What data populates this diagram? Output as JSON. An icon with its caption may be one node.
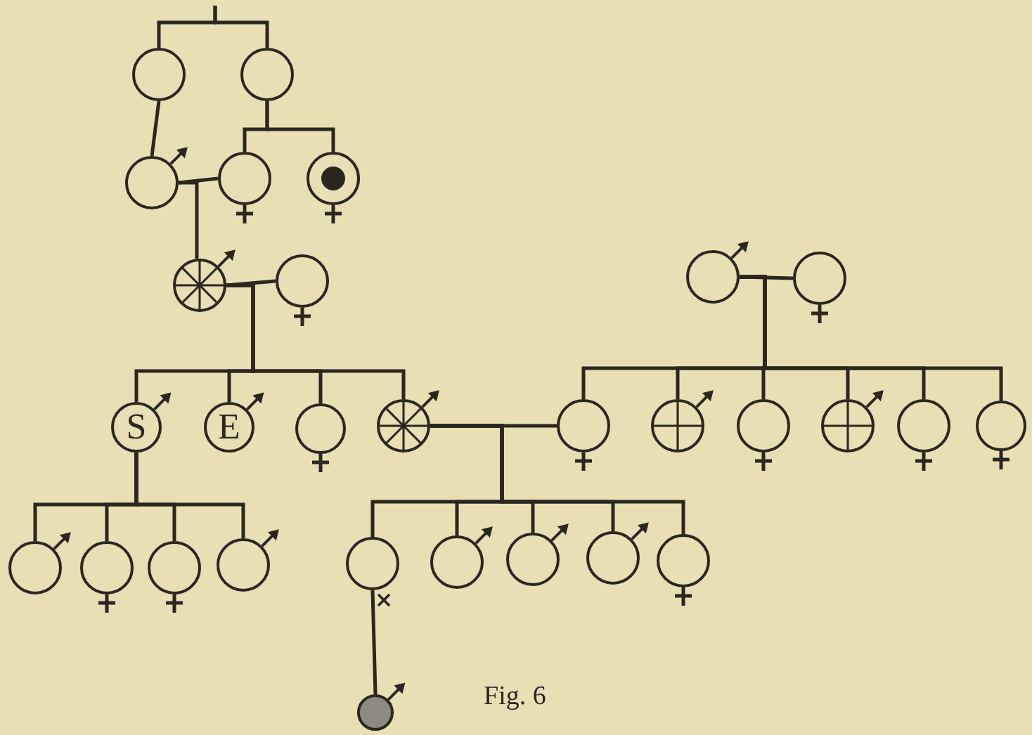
{
  "diagram": {
    "caption": "Fig. 6",
    "nodes": [
      {
        "text": [],
        "shape": "circle"
      },
      {
        "text": [],
        "shape": "circle"
      },
      {
        "text": [],
        "shape": "circle"
      },
      {
        "text": [],
        "shape": "circle"
      },
      {
        "text": [],
        "shape": "circle"
      },
      {
        "text": [],
        "shape": "circle"
      },
      {
        "text": [],
        "shape": "circle"
      },
      {
        "text": [],
        "shape": "circle"
      },
      {
        "text": [],
        "shape": "circle"
      },
      {
        "text": [
          "S"
        ]
      },
      {
        "text": [
          "E"
        ]
      },
      {
        "text": [],
        "shape": "circle"
      },
      {
        "text": [],
        "shape": "circle"
      },
      {
        "text": [],
        "shape": "circle"
      },
      {
        "text": [],
        "shape": "circle"
      },
      {
        "text": [],
        "shape": "circle"
      },
      {
        "text": [],
        "shape": "circle"
      },
      {
        "text": [],
        "shape": "circle"
      },
      {
        "text": [],
        "shape": "circle"
      },
      {
        "text": [],
        "shape": "circle"
      },
      {
        "text": [],
        "shape": "circle"
      },
      {
        "text": [],
        "shape": "circle"
      },
      {
        "text": [],
        "shape": "circle"
      },
      {
        "text": [],
        "shape": "circle"
      },
      {
        "text": [],
        "shape": "circle"
      },
      {
        "text": [],
        "shape": "circle"
      },
      {
        "text": [],
        "shape": "circle"
      },
      {
        "text": [],
        "shape": "circle"
      },
      {
        "text": [],
        "shape": "circle"
      }
    ],
    "edges": [
      {
        "from": null,
        "to": 0,
        "arrow": "none"
      },
      {
        "from": null,
        "to": 1,
        "arrow": "none"
      },
      {
        "from": 0,
        "to": 2,
        "arrow": "none"
      },
      {
        "from": 1,
        "to": 3,
        "arrow": "none"
      },
      {
        "from": 1,
        "to": 4,
        "arrow": "none"
      },
      {
        "from": 2,
        "to": 3,
        "arrow": "none"
      },
      {
        "from": 2,
        "to": 5,
        "arrow": "none"
      },
      {
        "from": 5,
        "to": 6,
        "arrow": "none"
      },
      {
        "from": 7,
        "to": 8,
        "arrow": "none"
      },
      {
        "from": 5,
        "to": 9,
        "arrow": "none"
      },
      {
        "from": 5,
        "to": 10,
        "arrow": "none"
      },
      {
        "from": 5,
        "to": 11,
        "arrow": "none"
      },
      {
        "from": 5,
        "to": 12,
        "arrow": "none"
      },
      {
        "from": 12,
        "to": 13,
        "arrow": "none"
      },
      {
        "from": 7,
        "to": 13,
        "arrow": "none"
      },
      {
        "from": 7,
        "to": 14,
        "arrow": "none"
      },
      {
        "from": 7,
        "to": 15,
        "arrow": "none"
      },
      {
        "from": 7,
        "to": 16,
        "arrow": "none"
      },
      {
        "from": 7,
        "to": 17,
        "arrow": "none"
      },
      {
        "from": 7,
        "to": 18,
        "arrow": "none"
      },
      {
        "from": 9,
        "to": 19,
        "arrow": "none"
      },
      {
        "from": 9,
        "to": 20,
        "arrow": "none"
      },
      {
        "from": 9,
        "to": 21,
        "arrow": "none"
      },
      {
        "from": 9,
        "to": 22,
        "arrow": "none"
      },
      {
        "from": 12,
        "to": 23,
        "arrow": "none"
      },
      {
        "from": 12,
        "to": 24,
        "arrow": "none"
      },
      {
        "from": 12,
        "to": 25,
        "arrow": "none"
      },
      {
        "from": 12,
        "to": 26,
        "arrow": "none"
      },
      {
        "from": 12,
        "to": 27,
        "arrow": "none"
      },
      {
        "from": 23,
        "to": 28,
        "arrow": "none"
      }
    ]
  }
}
